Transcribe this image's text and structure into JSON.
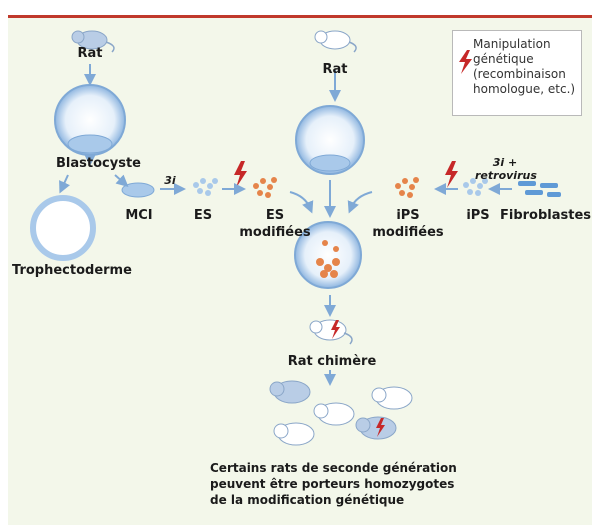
{
  "labels": {
    "rat_left": "Rat",
    "rat_center": "Rat",
    "blastocyste": "Blastocyste",
    "trophectoderme": "Trophectoderme",
    "mci": "MCI",
    "es": "ES",
    "es_modifiees": "ES\nmodifiées",
    "ips": "iPS",
    "ips_modifiees": "iPS\nmodifiées",
    "fibroblastes": "Fibroblastes",
    "factor_3i": "3i",
    "factor_3i_retro": "3i +\nretrovirus",
    "rat_chimere": "Rat chimère"
  },
  "legend": {
    "text": "Manipulation\ngénétique\n(recombinaison\nhomologue, etc.)",
    "icon": "lightning-bolt-icon"
  },
  "caption": "Certains rats de seconde génération\npeuvent être porteurs homozygotes\nde la modification génétique",
  "colors": {
    "top_bar": "#c0392b",
    "panel": "#f3f7ea",
    "blue_cell": "#a9c9ea",
    "orange_cell": "#e5844a",
    "arrow": "#7fa9d6",
    "bolt": "#c62828"
  }
}
